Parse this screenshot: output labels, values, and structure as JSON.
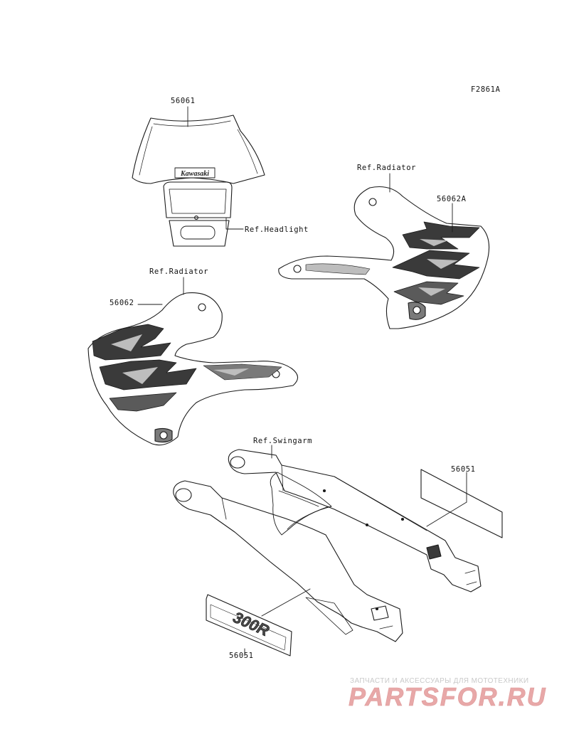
{
  "diagram_code": "F2861A",
  "labels": {
    "headlight_cover_part": "56061",
    "headlight_logo": "Kawasaki",
    "ref_headlight": "Ref.Headlight",
    "ref_radiator_right": "Ref.Radiator",
    "right_shroud_part": "56062A",
    "ref_radiator_left": "Ref.Radiator",
    "left_shroud_part": "56062",
    "ref_swingarm": "Ref.Swingarm",
    "swingarm_decal_upper_part": "56051",
    "swingarm_decal_lower_part": "56051",
    "lower_decal_text": "300R"
  },
  "watermark": {
    "tagline": "ЗАПЧАСТИ И АКСЕССУАРЫ ДЛЯ МОТОТЕХНИКИ",
    "logo": "PARTSFOR.RU",
    "color": "#e8a8a8"
  },
  "colors": {
    "line": "#1a1a1a",
    "graphic_dark": "#3a3a3a",
    "graphic_mid": "#7a7a7a",
    "graphic_light": "#bdbdbd",
    "watermark_gray": "#c9c9c9"
  }
}
